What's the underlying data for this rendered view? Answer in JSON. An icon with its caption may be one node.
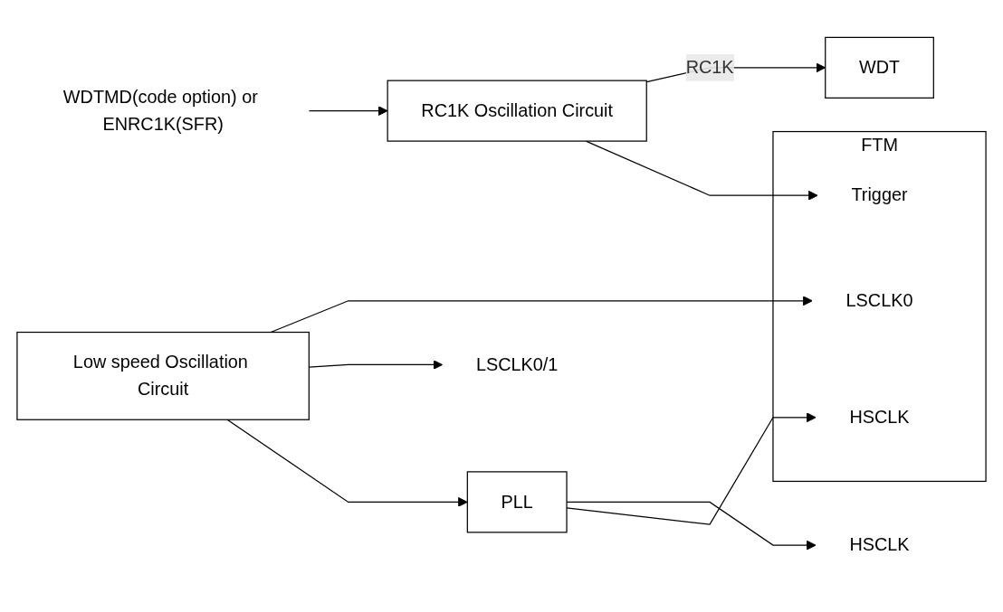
{
  "diagram": {
    "nodes": [
      {
        "text": [
          "RC1K Oscillation Circuit"
        ]
      },
      {
        "text": [
          "WDT"
        ]
      },
      {
        "text": [
          "FTM"
        ]
      },
      {
        "text": [
          "Trigger"
        ],
        "in": 2
      },
      {
        "text": [
          "LSCLK0"
        ],
        "in": 2
      },
      {
        "text": [
          "HSCLK"
        ],
        "in": 2
      },
      {
        "text": [
          "WDTMD(code option) or ENRC1K(SFR)"
        ]
      },
      {
        "text": [
          "Low speed Oscillation Circuit"
        ]
      },
      {
        "text": [
          "PLL"
        ]
      },
      {
        "text": [
          "LSCLK0/1"
        ]
      },
      {
        "text": [
          "HSCLK"
        ]
      }
    ],
    "edges": [
      {
        "from": 6,
        "to": 0,
        "arrow": "to"
      },
      {
        "from": 0,
        "to": 1,
        "arrow": "to",
        "label": "RC1K"
      },
      {
        "from": 0,
        "to": 3,
        "arrow": "to"
      },
      {
        "from": 7,
        "to": 4,
        "arrow": "to"
      },
      {
        "from": 7,
        "to": 9,
        "arrow": "to"
      },
      {
        "from": 7,
        "to": 8,
        "arrow": "to"
      },
      {
        "from": 8,
        "to": 10,
        "arrow": "to"
      },
      {
        "from": 8,
        "to": 5,
        "arrow": "to"
      }
    ]
  }
}
